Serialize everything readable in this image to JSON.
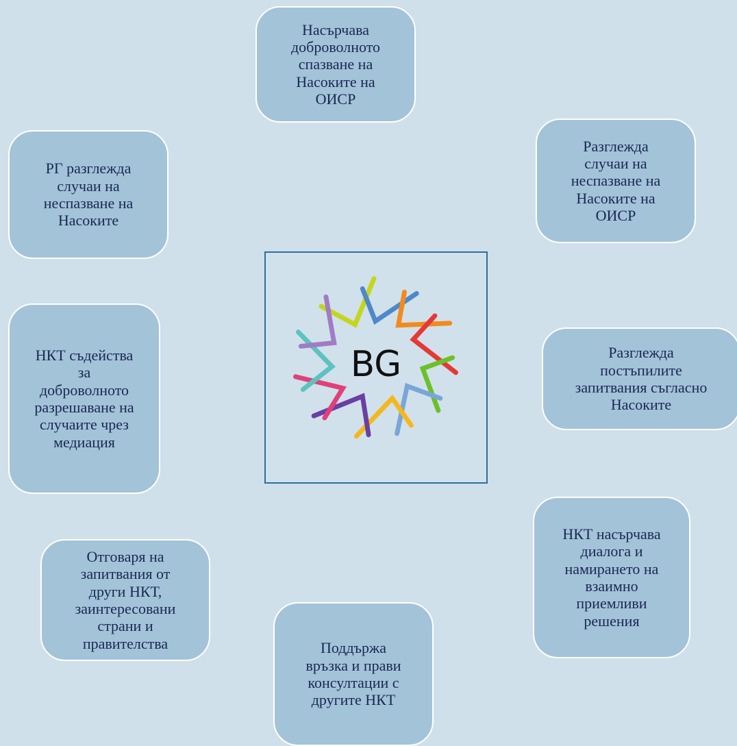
{
  "diagram": {
    "center_logo_text": "BG",
    "nodes": [
      {
        "id": "top",
        "text": "Насърчава\nдоброволното\nспазване на\nНасоките на\nОИСР"
      },
      {
        "id": "top-right",
        "text": "Разглежда\nслучаи на\nнеспазване на\nНасоките на\nОИСР"
      },
      {
        "id": "right",
        "text": "Разглежда\nпостъпилите\nзапитвания съгласно\nНасоките"
      },
      {
        "id": "bottom-right",
        "text": "НКТ насърчава\nдиалога и\nнамирането на\nвзаимно\nприемливи\nрешения"
      },
      {
        "id": "bottom",
        "text": "Поддържа\nвръзка и прави\nконсултации с\nдругите НКТ"
      },
      {
        "id": "bottom-left",
        "text": "Отговаря на\nзапитвания от\nдруги НКТ,\nзаинтересовани\nстрани и\nправителства"
      },
      {
        "id": "left",
        "text": "НКТ съдейства\nза\nдоброволното\nразрешаване на\nслучаите чрез\nмедиация"
      },
      {
        "id": "top-left",
        "text": "РГ разглежда\nслучаи на\nнеспазване на\nНасоките"
      }
    ]
  },
  "colors": {
    "background": "#cfe0ea",
    "box_fill": "#a3c3d8",
    "box_border": "#ffffff",
    "text": "#1a2754",
    "logo_frame": "#2f6f9c"
  }
}
